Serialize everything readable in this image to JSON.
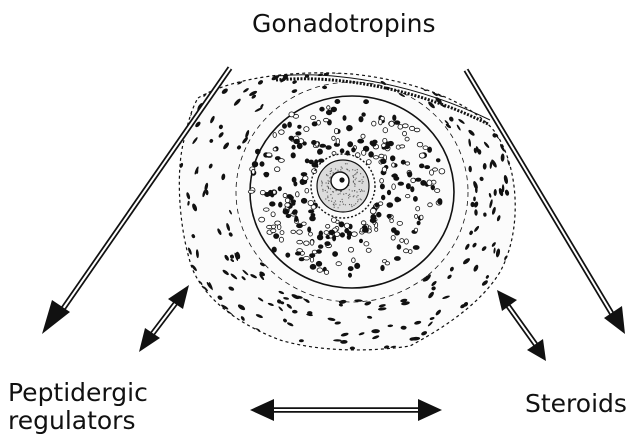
{
  "labels": {
    "top": "Gonadotropins",
    "left_line1": "Peptidergic",
    "left_line2": "regulators",
    "right": "Steroids"
  },
  "colors": {
    "ink": "#111111",
    "background": "#ffffff",
    "antrum": "#f6f6f6",
    "oocyte": "#dcdcdc"
  },
  "icons": {
    "follicle": "ovarian-follicle-illustration",
    "gonadotropin_arrows": "hollow-down-arrow",
    "regulator_arrows": "hollow-double-arrow"
  }
}
